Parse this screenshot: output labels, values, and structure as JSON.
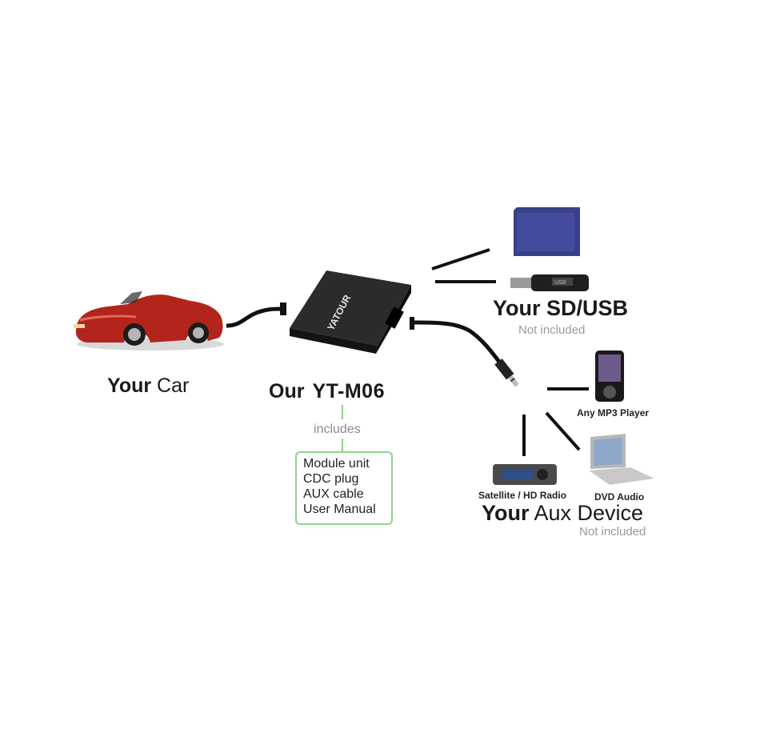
{
  "car": {
    "bold": "Your",
    "rest": "Car",
    "body_color": "#b3241c"
  },
  "module": {
    "prefix": "Our",
    "model": "YT-M06",
    "brand_text": "YATOUR",
    "includes_label": "includes",
    "includes_items": [
      "Module unit",
      "CDC plug",
      "AUX cable",
      "User Manual"
    ],
    "box_border_color": "#8fd48b"
  },
  "sd_usb": {
    "title": "Your SD/USB",
    "note": "Not included",
    "sd_color": "#3a3f8a",
    "usb_text": "USB"
  },
  "aux": {
    "bold": "Your",
    "rest": "Aux Device",
    "note": "Not included",
    "devices": [
      {
        "label": "Any MP3 Player",
        "icon": "mp3-player-icon"
      },
      {
        "label": "Satellite / HD Radio",
        "icon": "satellite-radio-icon"
      },
      {
        "label": "DVD Audio",
        "icon": "dvd-player-icon"
      }
    ]
  }
}
